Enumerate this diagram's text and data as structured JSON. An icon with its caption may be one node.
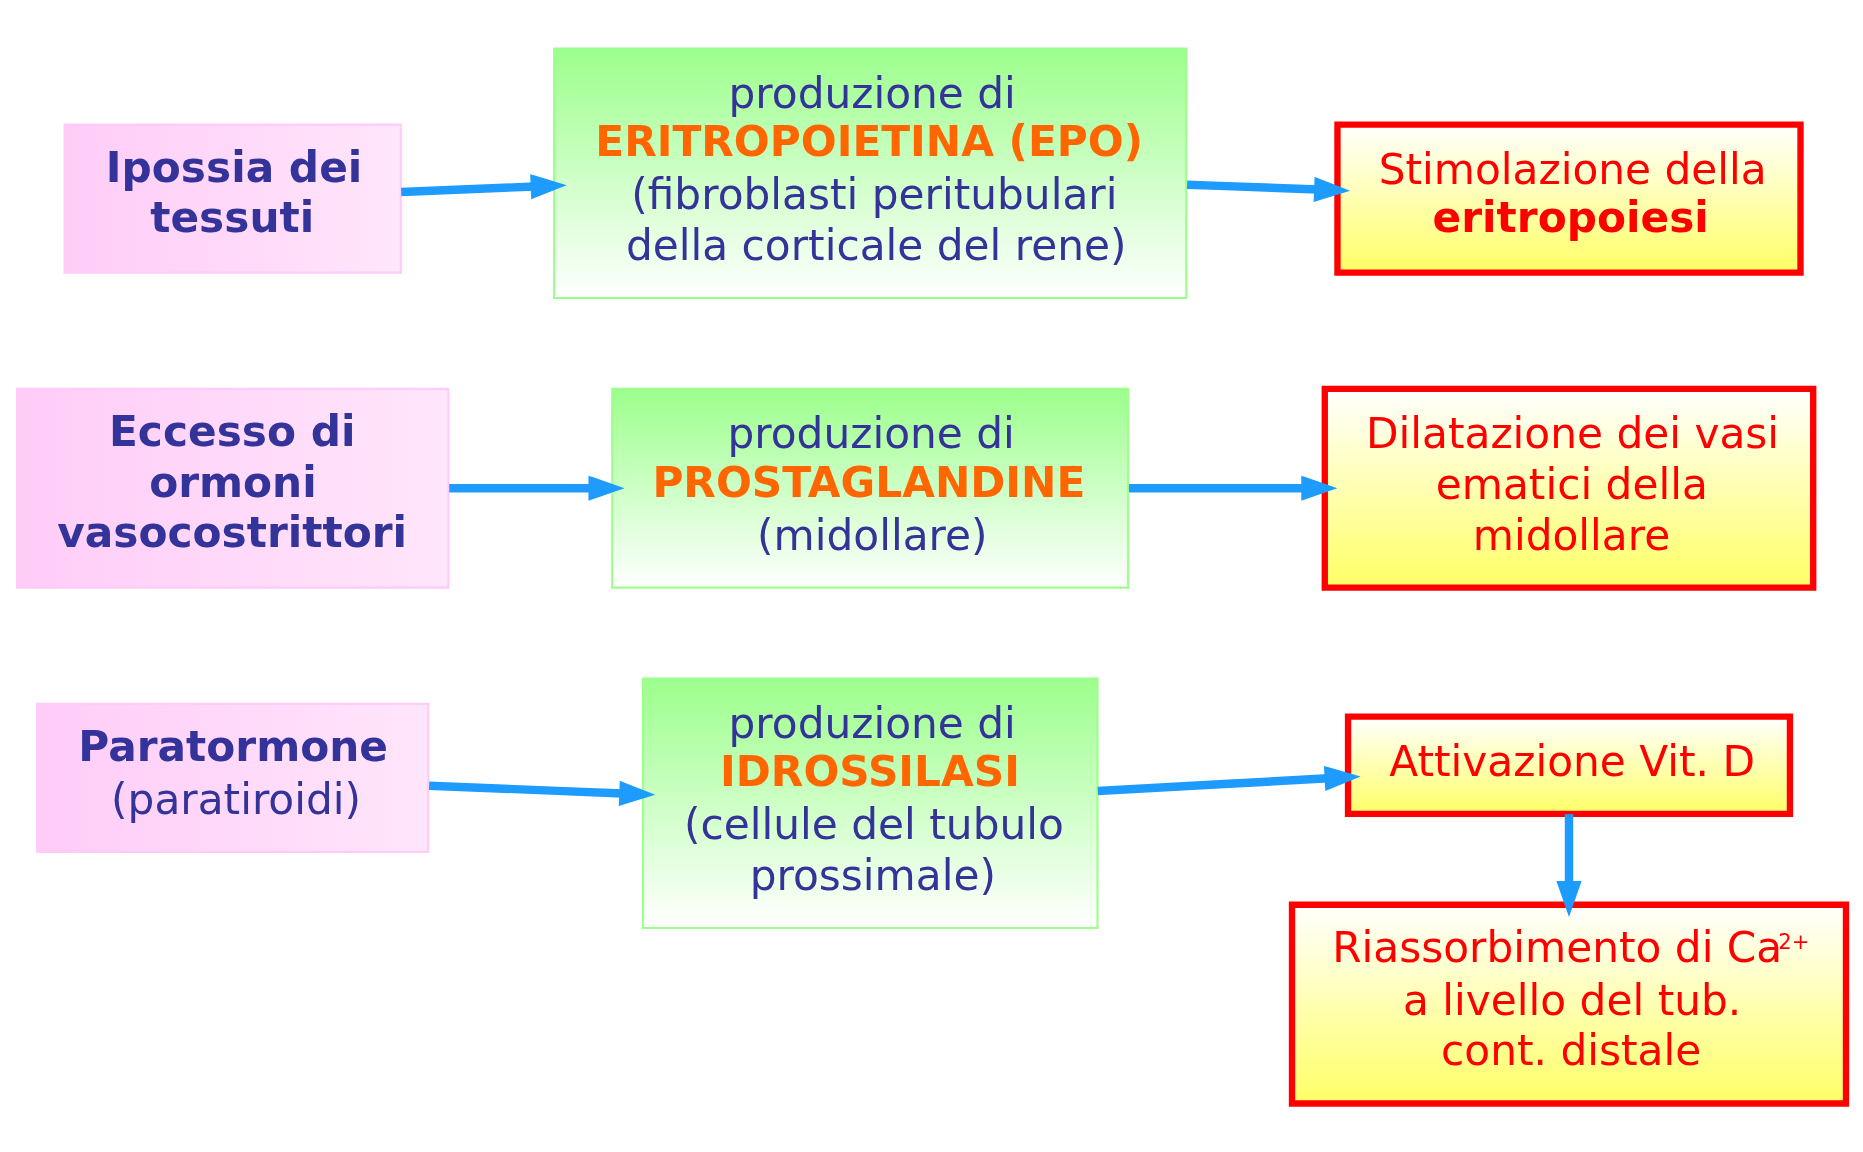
{
  "diagram": {
    "nodes": [
      {
        "text": [
          "Ipossia dei tessuti"
        ]
      },
      {
        "text": [
          "produzione di",
          "ERITROPOIETINA (EPO)",
          "(fibroblasti peritubulari della corticale del rene)"
        ]
      },
      {
        "text": [
          "Stimolazione della **eritropoiesi**"
        ]
      },
      {
        "text": [
          "Eccesso di ormoni vasocostrittori"
        ]
      },
      {
        "text": [
          "produzione di",
          "PROSTAGLANDINE",
          "(midollare)"
        ]
      },
      {
        "text": [
          "Dilatazione dei vasi ematici della midollare"
        ]
      },
      {
        "text": [
          "Paratormone",
          "(paratiroidi)"
        ]
      },
      {
        "text": [
          "produzione di",
          "IDROSSILASI",
          "(cellule del tubulo prossimale)"
        ]
      },
      {
        "text": [
          "Attivazione Vit. D"
        ]
      },
      {
        "text": [
          "Riassorbimento di Ca$^{2+}$ a livello del tub. cont. distale"
        ]
      }
    ],
    "edges": [
      {
        "from": 0,
        "to": 1,
        "arrow": "to"
      },
      {
        "from": 1,
        "to": 2,
        "arrow": "to"
      },
      {
        "from": 3,
        "to": 4,
        "arrow": "to"
      },
      {
        "from": 4,
        "to": 5,
        "arrow": "to"
      },
      {
        "from": 6,
        "to": 7,
        "arrow": "to"
      },
      {
        "from": 7,
        "to": 8,
        "arrow": "to"
      },
      {
        "from": 8,
        "to": 9,
        "arrow": "to"
      }
    ]
  }
}
